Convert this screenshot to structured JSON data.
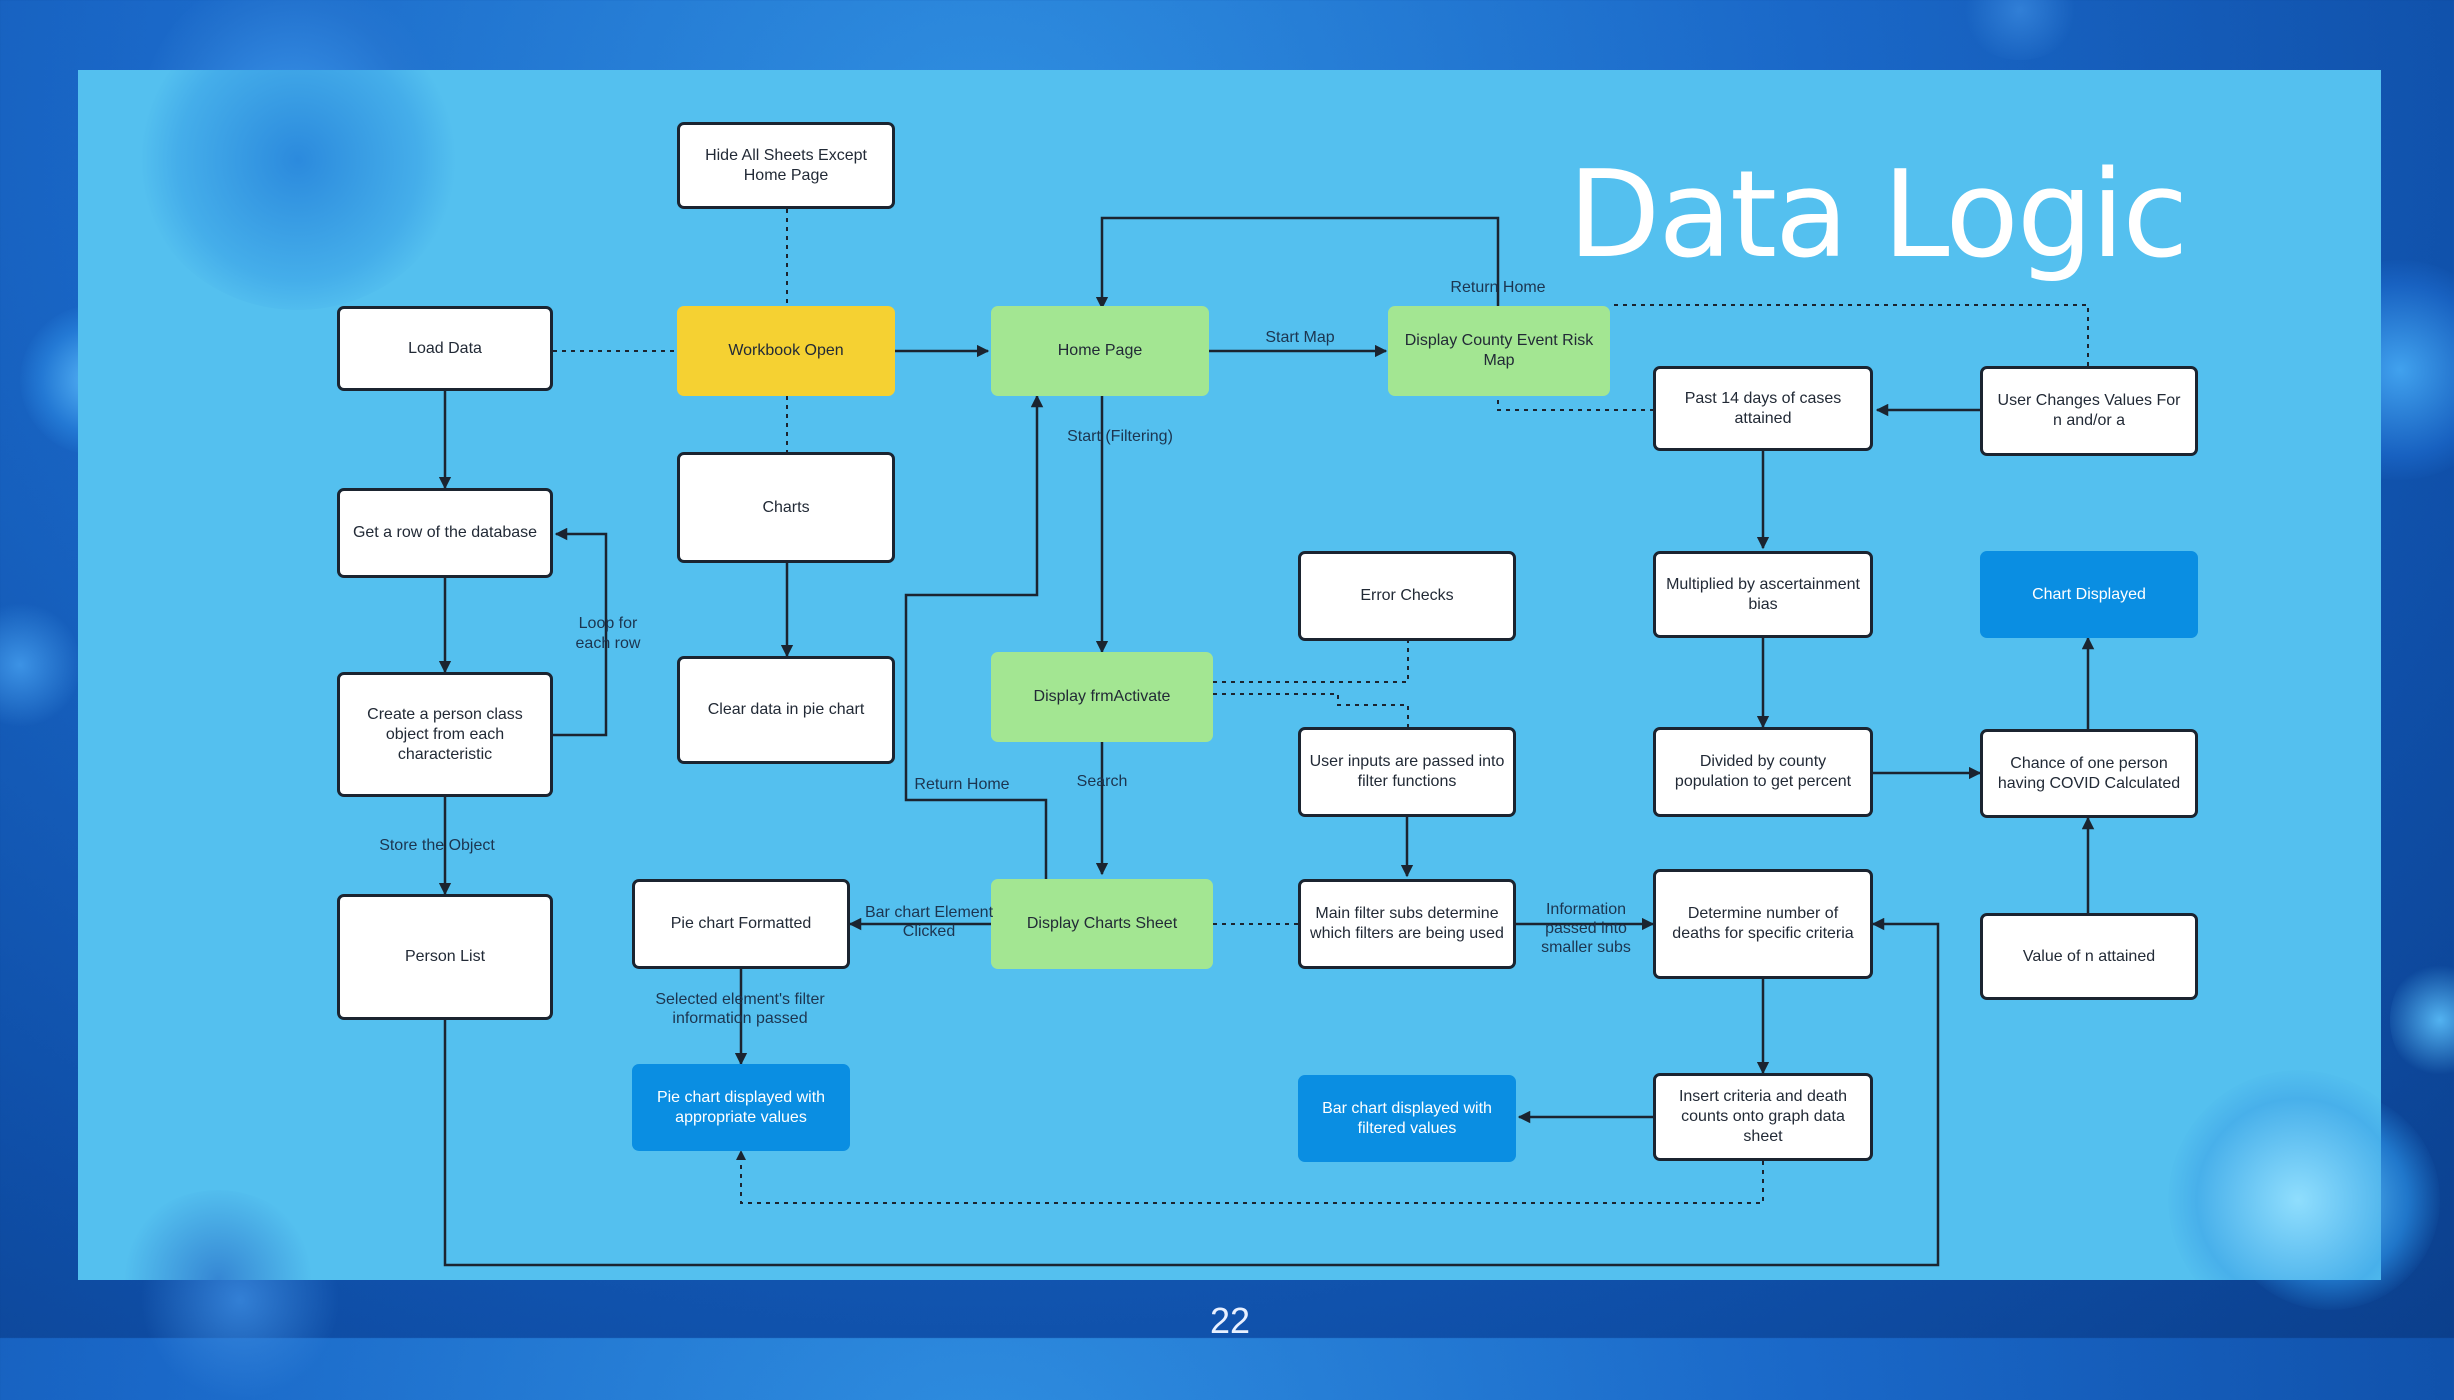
{
  "title": "Data Logic",
  "page_number": "22",
  "nodes": {
    "load_data": "Load Data",
    "get_row": "Get a row of the database",
    "create_person": "Create a person class object from each characteristic",
    "person_list": "Person List",
    "hide_sheets": "Hide All Sheets Except Home Page",
    "workbook_open": "Workbook Open",
    "charts": "Charts",
    "clear_pie": "Clear data in pie chart",
    "pie_formatted": "Pie chart Formatted",
    "pie_displayed": "Pie chart displayed with appropriate values",
    "home_page": "Home Page",
    "display_frm": "Display frmActivate",
    "display_charts": "Display Charts Sheet",
    "display_county": "Display County Event Risk Map",
    "error_checks": "Error Checks",
    "user_inputs": "User inputs are passed into filter functions",
    "main_filter": "Main filter subs determine which filters are being used",
    "bar_displayed": "Bar chart displayed with filtered values",
    "past14": "Past 14 days of cases attained",
    "multiplied": "Multiplied by ascertainment bias",
    "divided": "Divided by county population to get percent",
    "determine_deaths": "Determine number of deaths for specific criteria",
    "insert_criteria": "Insert criteria and death counts onto graph data sheet",
    "user_changes": "User Changes Values For n and/or a",
    "chart_displayed": "Chart Displayed",
    "chance": "Chance of one person having COVID Calculated",
    "value_n": "Value of n attained"
  },
  "edge_labels": {
    "loop": "Loop for each row",
    "store": "Store the Object",
    "start_map": "Start Map",
    "return_home_top": "Return Home",
    "start_filtering": "Start (Filtering)",
    "search": "Search",
    "return_home_left": "Return Home",
    "bar_clicked": "Bar chart Element Clicked",
    "selected_info": "Selected element's filter information passed",
    "info_passed": "Information passed into smaller subs"
  },
  "colors": {
    "panel": "#54c0ef",
    "start_node": "#f5d132",
    "sheet_node": "#a3e692",
    "output_node": "#0a8ee2",
    "default_node": "#ffffff",
    "line": "#1b2430"
  }
}
